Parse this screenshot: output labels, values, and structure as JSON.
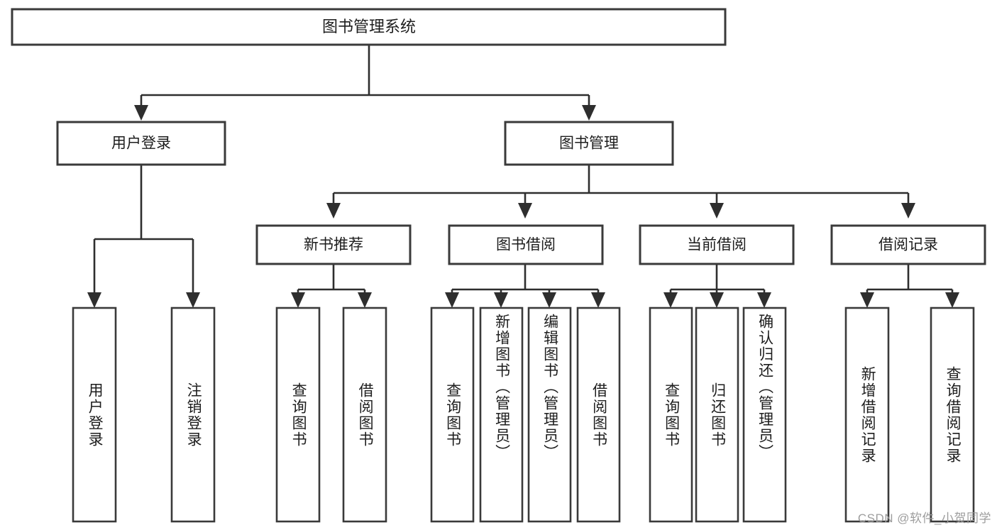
{
  "diagram": {
    "type": "tree-hierarchy",
    "title": "图书管理系统",
    "watermark": "CSDN @软件_小贺同学",
    "colors": {
      "box_fill": "#ffffff",
      "box_stroke": "#3a3a3a",
      "connector": "#2e2e2e",
      "label_text": "#1d1d1d",
      "watermark_text": "#9d9d9d",
      "background": "#ffffff"
    },
    "root": {
      "label": "图书管理系统"
    },
    "level2": [
      {
        "label": "用户登录"
      },
      {
        "label": "图书管理"
      }
    ],
    "level3": [
      {
        "label": "新书推荐"
      },
      {
        "label": "图书借阅"
      },
      {
        "label": "当前借阅"
      },
      {
        "label": "借阅记录"
      }
    ],
    "groups": [
      {
        "parent": "用户登录",
        "leaves": [
          {
            "label": "用户登录"
          },
          {
            "label": "注销登录"
          }
        ]
      },
      {
        "parent": "新书推荐",
        "leaves": [
          {
            "label": "查询图书"
          },
          {
            "label": "借阅图书"
          }
        ]
      },
      {
        "parent": "图书借阅",
        "leaves": [
          {
            "label": "查询图书"
          },
          {
            "label": "新增图书（管理员）"
          },
          {
            "label": "编辑图书（管理员）"
          },
          {
            "label": "借阅图书"
          }
        ]
      },
      {
        "parent": "当前借阅",
        "leaves": [
          {
            "label": "查询图书"
          },
          {
            "label": "归还图书"
          },
          {
            "label": "确认归还（管理员）"
          }
        ]
      },
      {
        "parent": "借阅记录",
        "leaves": [
          {
            "label": "新增借阅记录"
          },
          {
            "label": "查询借阅记录"
          }
        ]
      }
    ]
  }
}
